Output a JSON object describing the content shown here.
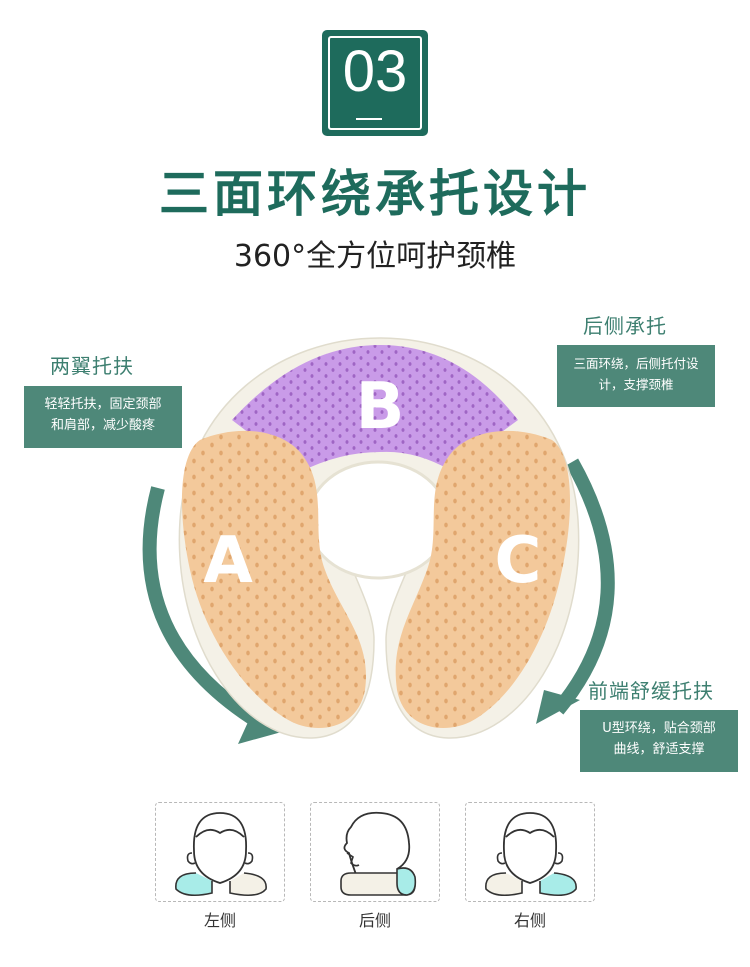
{
  "badge": {
    "number": "03"
  },
  "title": "三面环绕承托设计",
  "subtitle": "360°全方位呵护颈椎",
  "zones": {
    "left": {
      "letter": "A",
      "title": "两翼托扶",
      "desc_line1": "轻轻托扶，固定颈部",
      "desc_line2": "和肩部，减少酸疼"
    },
    "back": {
      "letter": "B",
      "title": "后侧承托",
      "desc_line1": "三面环绕，后侧托付设",
      "desc_line2": "计，支撑颈椎"
    },
    "front": {
      "letter": "C",
      "title": "前端舒缓托扶",
      "desc_line1": "U型环绕，贴合颈部",
      "desc_line2": "曲线，舒适支撑"
    }
  },
  "views": [
    {
      "label": "左侧",
      "icon": "head-front-view-icon"
    },
    {
      "label": "后侧",
      "icon": "head-side-view-icon"
    },
    {
      "label": "右侧",
      "icon": "head-front-view-icon"
    }
  ],
  "colors": {
    "brand_green": "#1e6b5c",
    "box_green": "#4e8879",
    "latex_orange": "#f3c99b",
    "latex_purple": "#c99be8",
    "pillow_cream": "#f4f1e7",
    "neck_highlight": "#a8ece8"
  }
}
